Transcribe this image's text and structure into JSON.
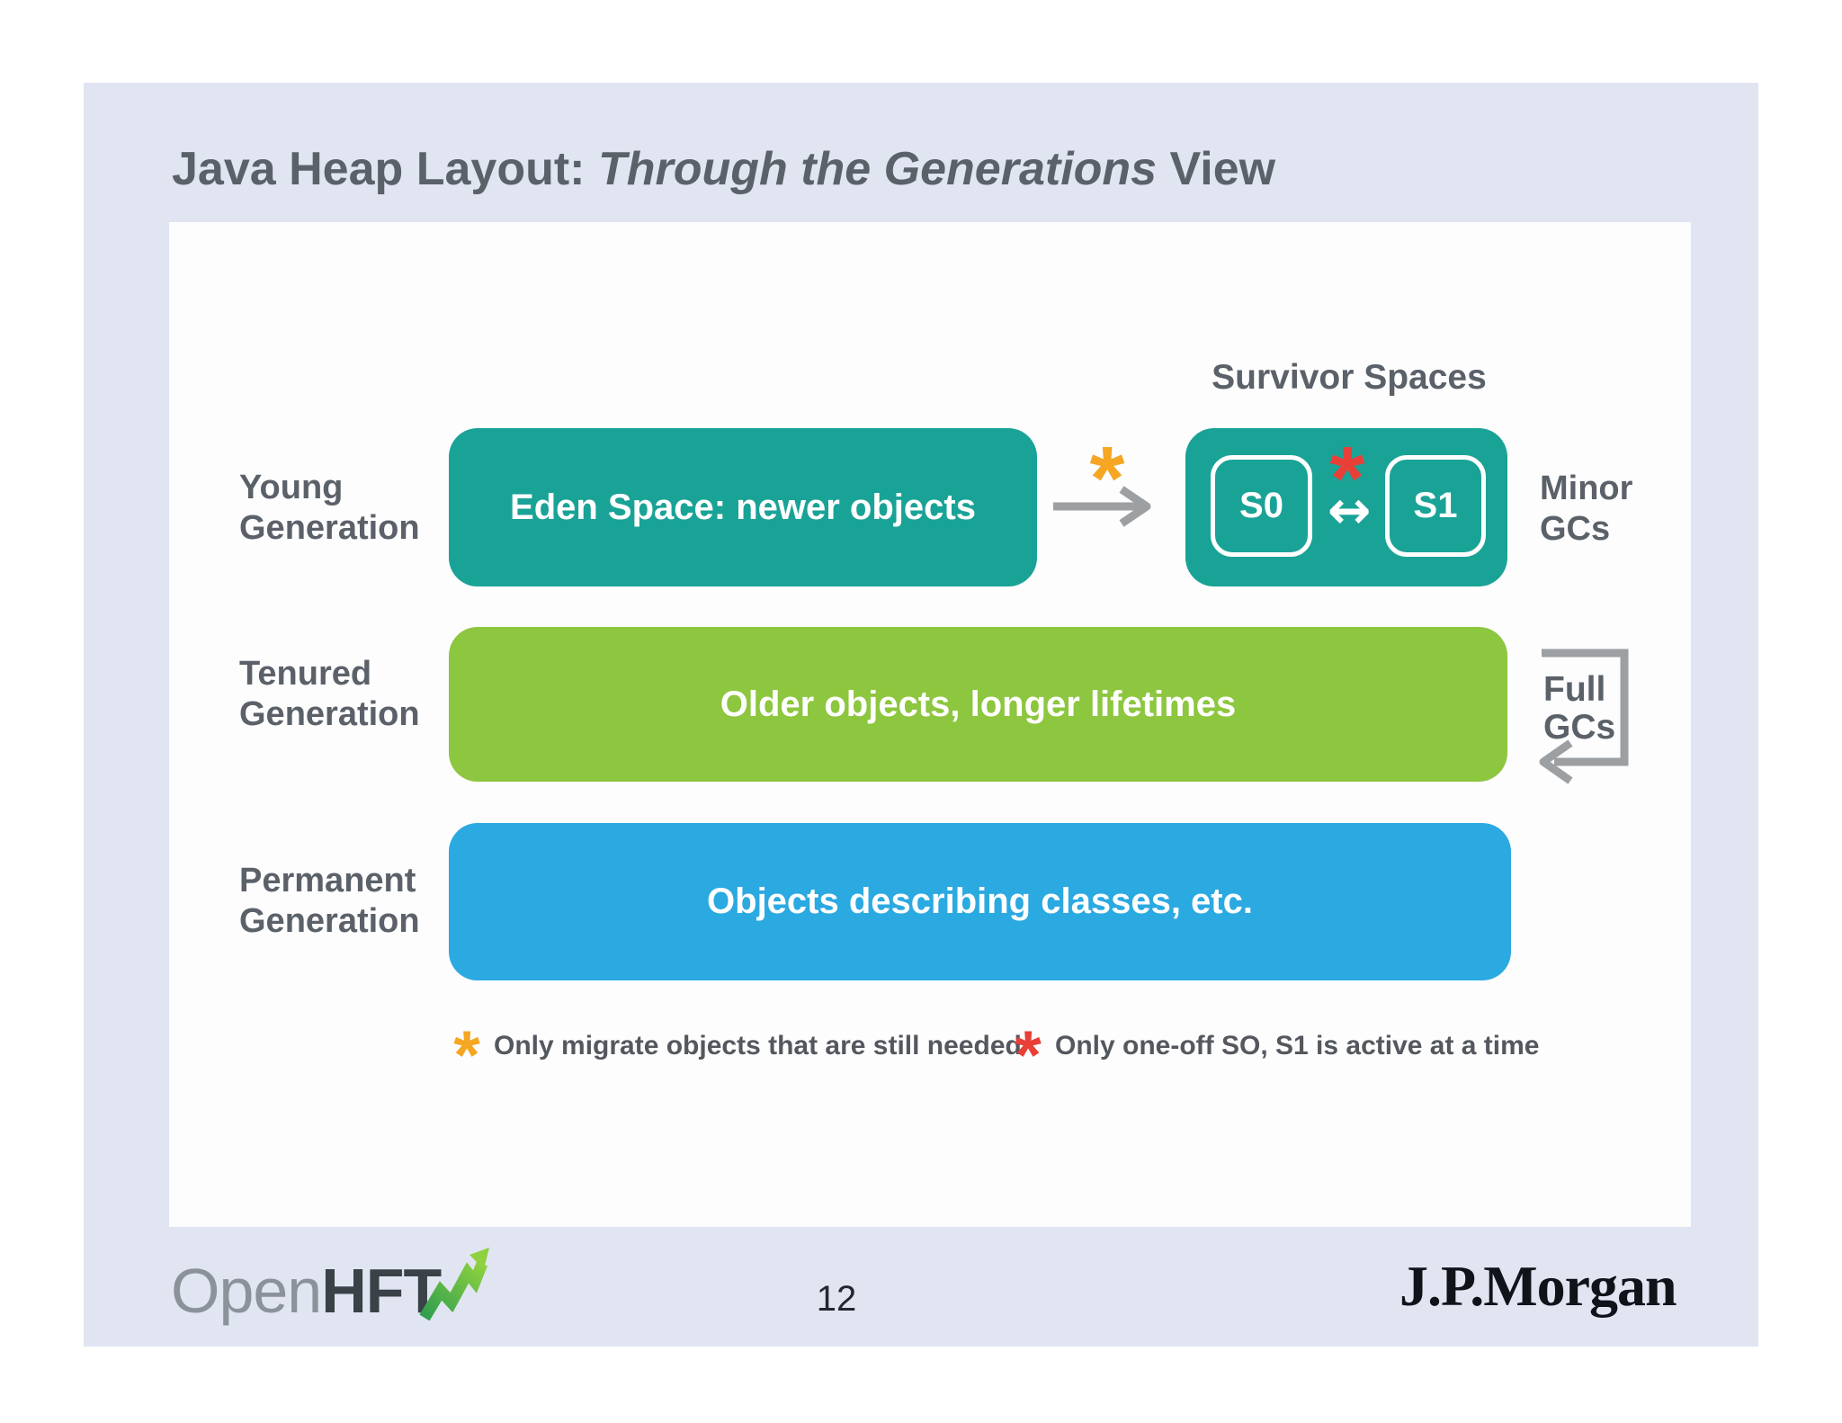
{
  "title": {
    "prefix": "Java Heap Layout: ",
    "italic": "Through the Generations",
    "suffix": " View"
  },
  "diagram": {
    "survivor_spaces_label": "Survivor Spaces",
    "rows": [
      {
        "label_line1": "Young",
        "label_line2": "Generation",
        "box_text": "Eden Space: newer objects"
      },
      {
        "label_line1": "Tenured",
        "label_line2": "Generation",
        "box_text": "Older objects, longer lifetimes"
      },
      {
        "label_line1": "Permanent",
        "label_line2": "Generation",
        "box_text": "Objects describing classes, etc."
      }
    ],
    "s0": "S0",
    "s1": "S1",
    "swap_arrow": "↔",
    "minor_line1": "Minor",
    "minor_line2": "GCs",
    "full_line1": "Full",
    "full_line2": "GCs",
    "asterisk": "*",
    "footnote_orange_text": "Only migrate objects that are still needed",
    "footnote_red_text": "Only one-off SO, S1 is active at a time"
  },
  "footer": {
    "logo_open": "Open",
    "logo_hft": "HFT",
    "page_number": "12",
    "jpmorgan": "J.P.Morgan"
  },
  "colors": {
    "slide_bg": "#e1e5f2",
    "panel_bg": "#fdfdfe",
    "teal": "#19a396",
    "green": "#8dc63f",
    "blue": "#2ba9e1",
    "text_gray": "#5b6169",
    "arrow_gray": "#9ca0a3",
    "orange_asterisk": "#f5a623",
    "red_asterisk": "#e84038",
    "logo_open_gray": "#8c9299",
    "logo_hft_dark": "#3a4147",
    "logo_arrow_green_dark": "#2f9e4f",
    "logo_arrow_green_light": "#8fd13f",
    "jpmorgan_black": "#10141a"
  }
}
